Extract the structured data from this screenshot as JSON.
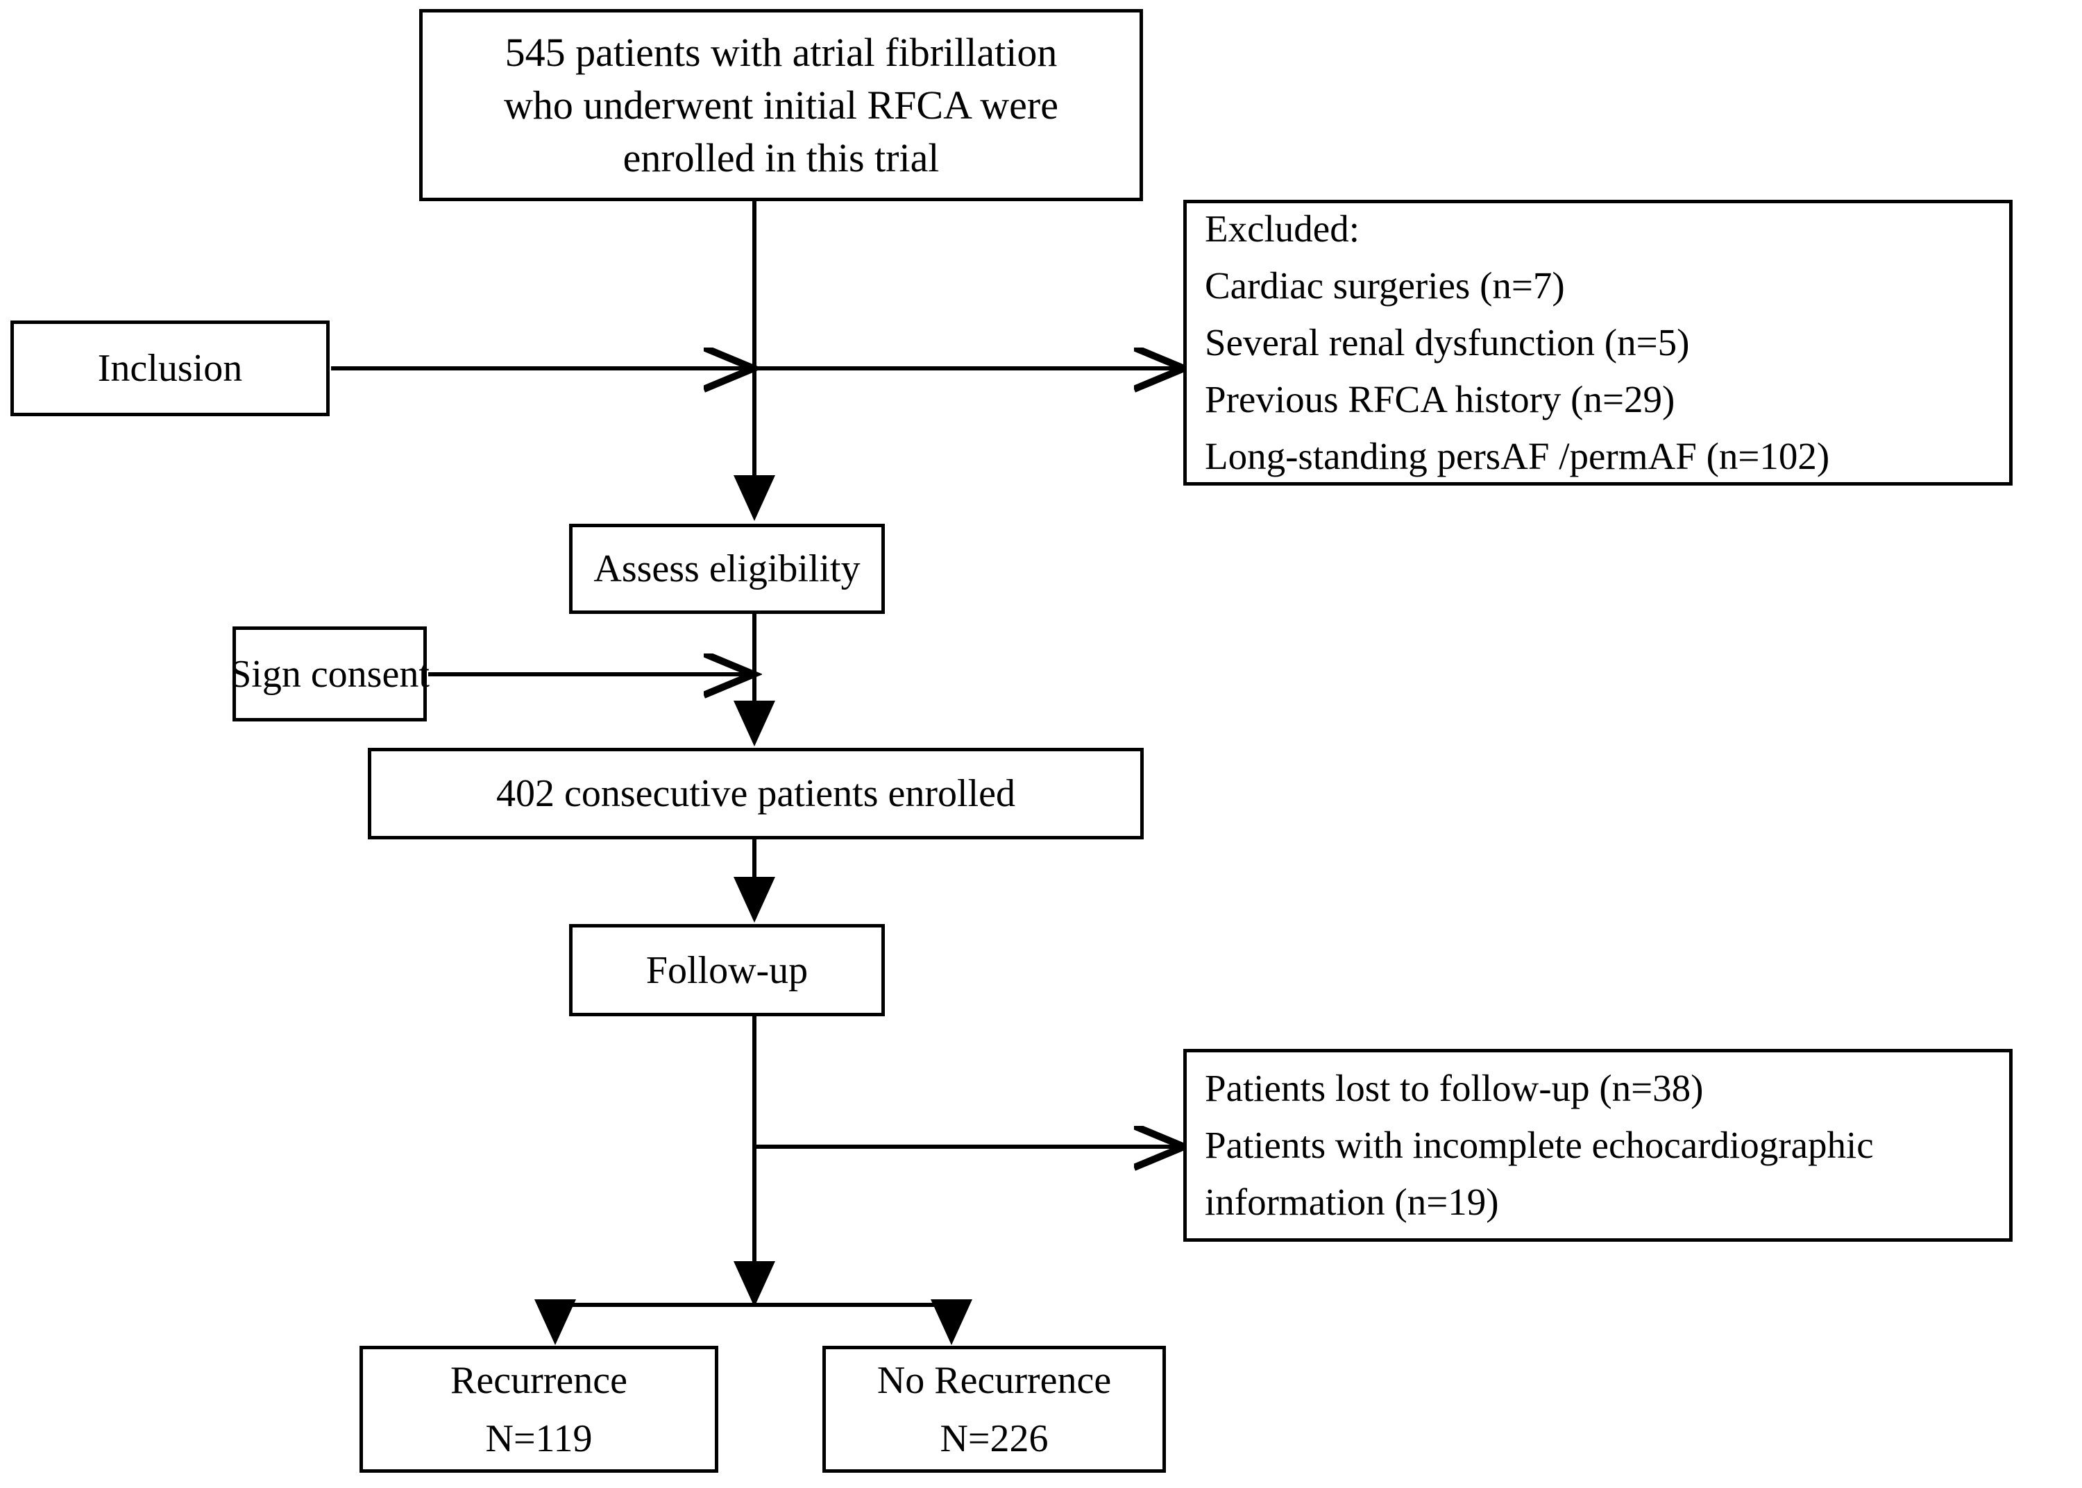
{
  "figure": {
    "type": "flowchart",
    "orientation": "top-to-bottom",
    "background_color": "#ffffff",
    "line_color": "#000000",
    "text_color": "#000000"
  },
  "nodes": {
    "enrollment": {
      "id": "enrollment",
      "lines": [
        "545 patients with atrial fibrillation",
        "who underwent initial RFCA were",
        "enrolled in this trial"
      ]
    },
    "inclusion": {
      "id": "inclusion",
      "lines": [
        "Inclusion"
      ]
    },
    "excluded": {
      "id": "excluded",
      "lines": [
        "Excluded:",
        "Cardiac surgeries (n=7)",
        "Several renal dysfunction (n=5)",
        "Previous RFCA history (n=29)",
        "Long-standing persAF /permAF (n=102)"
      ]
    },
    "assess_eligibility": {
      "id": "assess-eligibility",
      "lines": [
        "Assess eligibility"
      ]
    },
    "sign_consent": {
      "id": "sign-consent",
      "lines": [
        "Sign consent"
      ]
    },
    "enrolled_402": {
      "id": "enrolled-402",
      "lines": [
        "402 consecutive patients enrolled"
      ]
    },
    "follow_up": {
      "id": "follow-up",
      "lines": [
        "Follow-up"
      ]
    },
    "follow_up_losses": {
      "id": "follow-up-losses",
      "lines": [
        "Patients lost to follow-up (n=38)",
        "Patients with incomplete echocardiographic",
        "information (n=19)"
      ]
    },
    "recurrence": {
      "id": "recurrence",
      "lines": [
        "Recurrence",
        "N=119"
      ]
    },
    "no_recurrence": {
      "id": "no-recurrence",
      "lines": [
        "No Recurrence",
        "N=226"
      ]
    }
  },
  "counts": {
    "total_enrolled": 545,
    "excluded_cardiac_surgeries": 7,
    "excluded_renal_dysfunction": 5,
    "excluded_previous_rfca": 29,
    "excluded_long_standing": 102,
    "consecutive_enrolled": 402,
    "lost_to_follow_up": 38,
    "incomplete_echo": 19,
    "recurrence": 119,
    "no_recurrence": 226
  }
}
